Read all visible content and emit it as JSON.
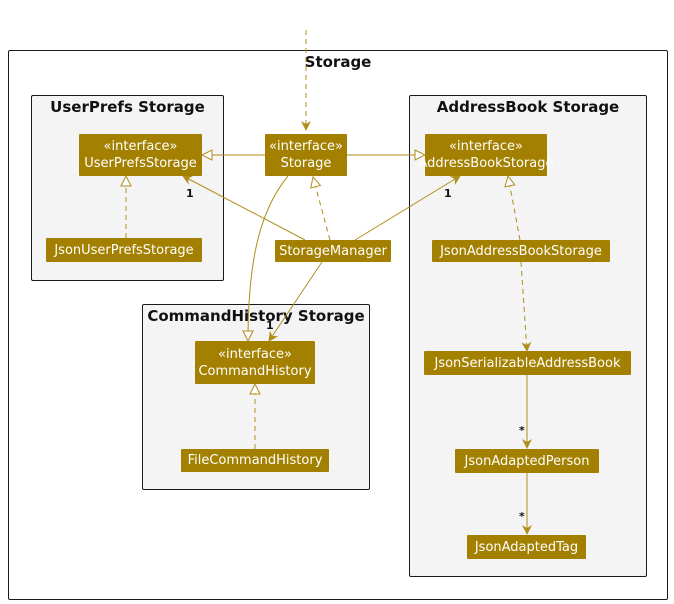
{
  "title": "Storage",
  "packages": {
    "userprefs": {
      "title": "UserPrefs Storage"
    },
    "addressbook": {
      "title": "AddressBook Storage"
    },
    "commandhistory": {
      "title": "CommandHistory Storage"
    }
  },
  "nodes": {
    "userprefs_storage": {
      "stereotype": "«interface»",
      "name": "UserPrefsStorage"
    },
    "storage": {
      "stereotype": "«interface»",
      "name": "Storage"
    },
    "addressbook_storage": {
      "stereotype": "«interface»",
      "name": "AddressBookStorage"
    },
    "json_userprefs_storage": {
      "name": "JsonUserPrefsStorage"
    },
    "storage_manager": {
      "name": "StorageManager"
    },
    "json_addressbook_storage": {
      "name": "JsonAddressBookStorage"
    },
    "command_history": {
      "stereotype": "«interface»",
      "name": "CommandHistory"
    },
    "json_serializable_addressbook": {
      "name": "JsonSerializableAddressBook"
    },
    "file_command_history": {
      "name": "FileCommandHistory"
    },
    "json_adapted_person": {
      "name": "JsonAdaptedPerson"
    },
    "json_adapted_tag": {
      "name": "JsonAdaptedTag"
    }
  },
  "multiplicities": {
    "userprefs": "1",
    "addressbook": "1",
    "commandhistory": "1",
    "person": "*",
    "tag": "*"
  },
  "colors": {
    "node_fill": "#a38000",
    "edge": "#b08e1c",
    "package_fill": "#f3f4f3"
  }
}
